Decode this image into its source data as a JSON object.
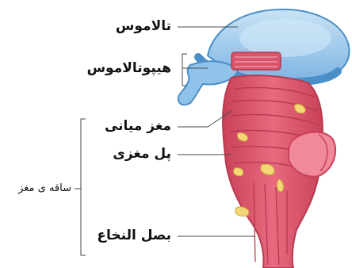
{
  "labels": {
    "thalamus": "تالاموس",
    "hypothalamus": "هیپوتالاموس",
    "midbrain": "مغز میانی",
    "pons": "پل مغزی",
    "medulla": "بصل النخاع",
    "brainstem": "ساقه ی مغز"
  },
  "colors": {
    "thalamus_fill": "#8fc3ea",
    "thalamus_stroke": "#4a8fc8",
    "brainstem_fill": "#e0566c",
    "brainstem_stripe": "#b73a50",
    "cerebellum_fill": "#f08a98",
    "nerve_fill": "#f3d774",
    "leader_line": "#4a4a4a"
  }
}
